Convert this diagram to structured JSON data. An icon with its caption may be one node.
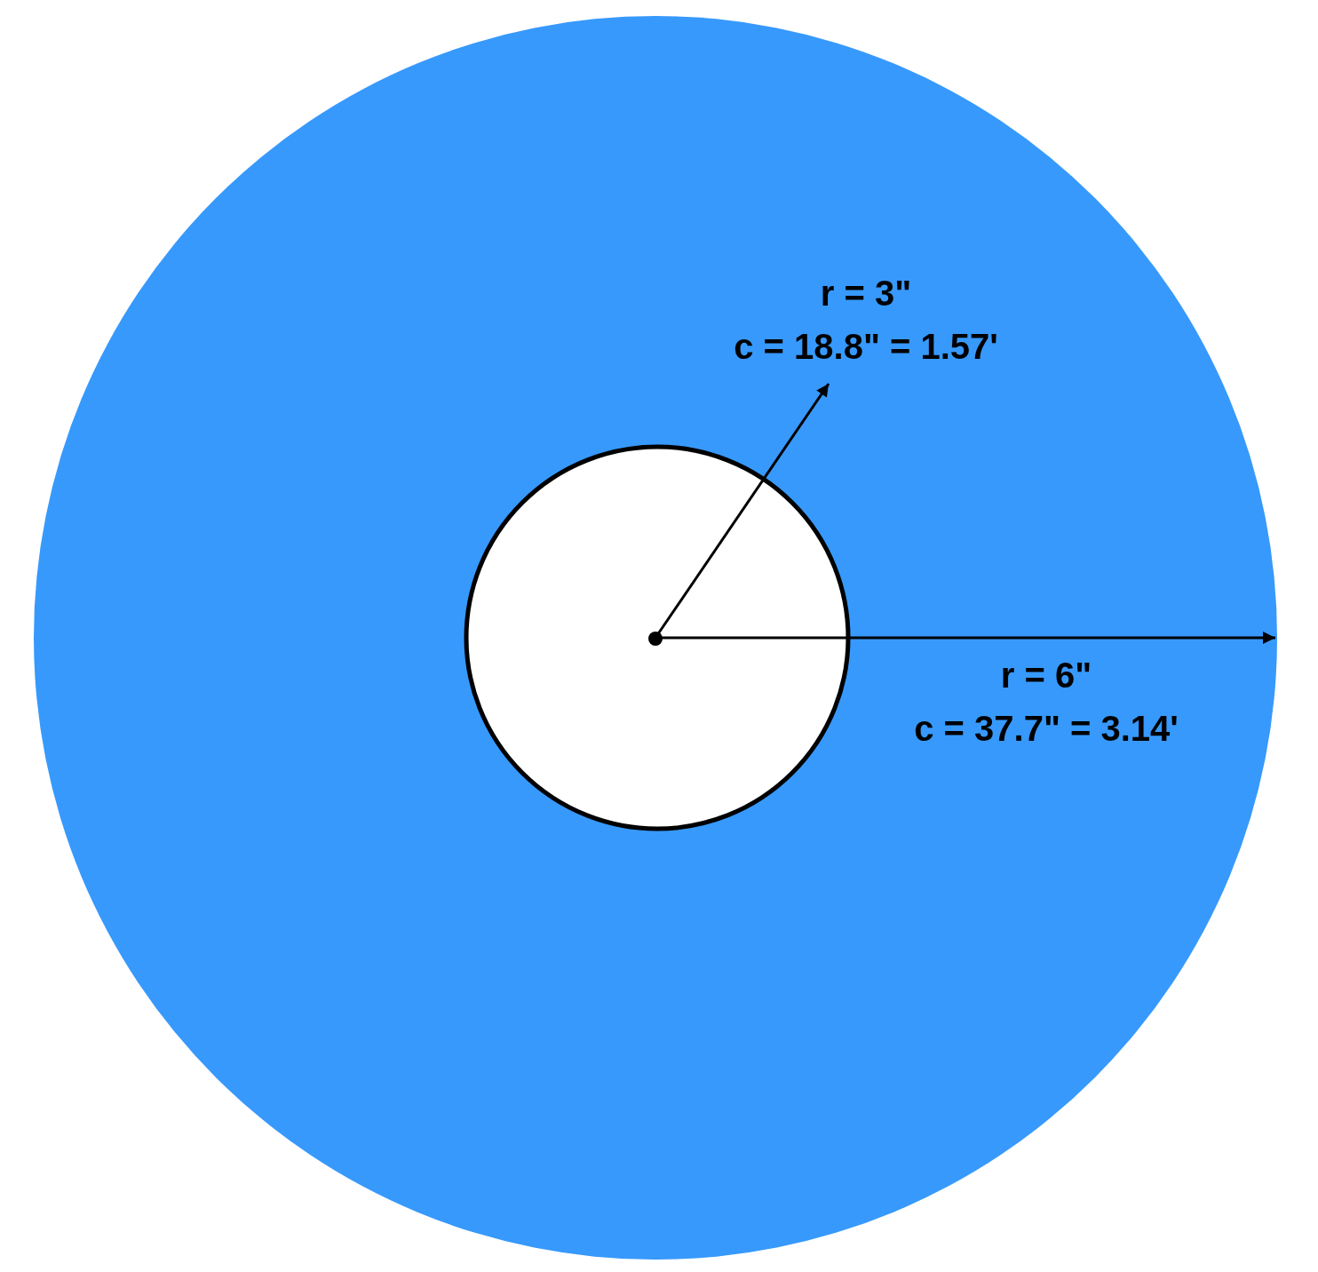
{
  "diagram": {
    "labels": [
      "r = 3\"",
      "c = 18.8\" = 1.57'",
      "r = 6\"",
      "c = 37.7\" = 3.14'"
    ]
  }
}
